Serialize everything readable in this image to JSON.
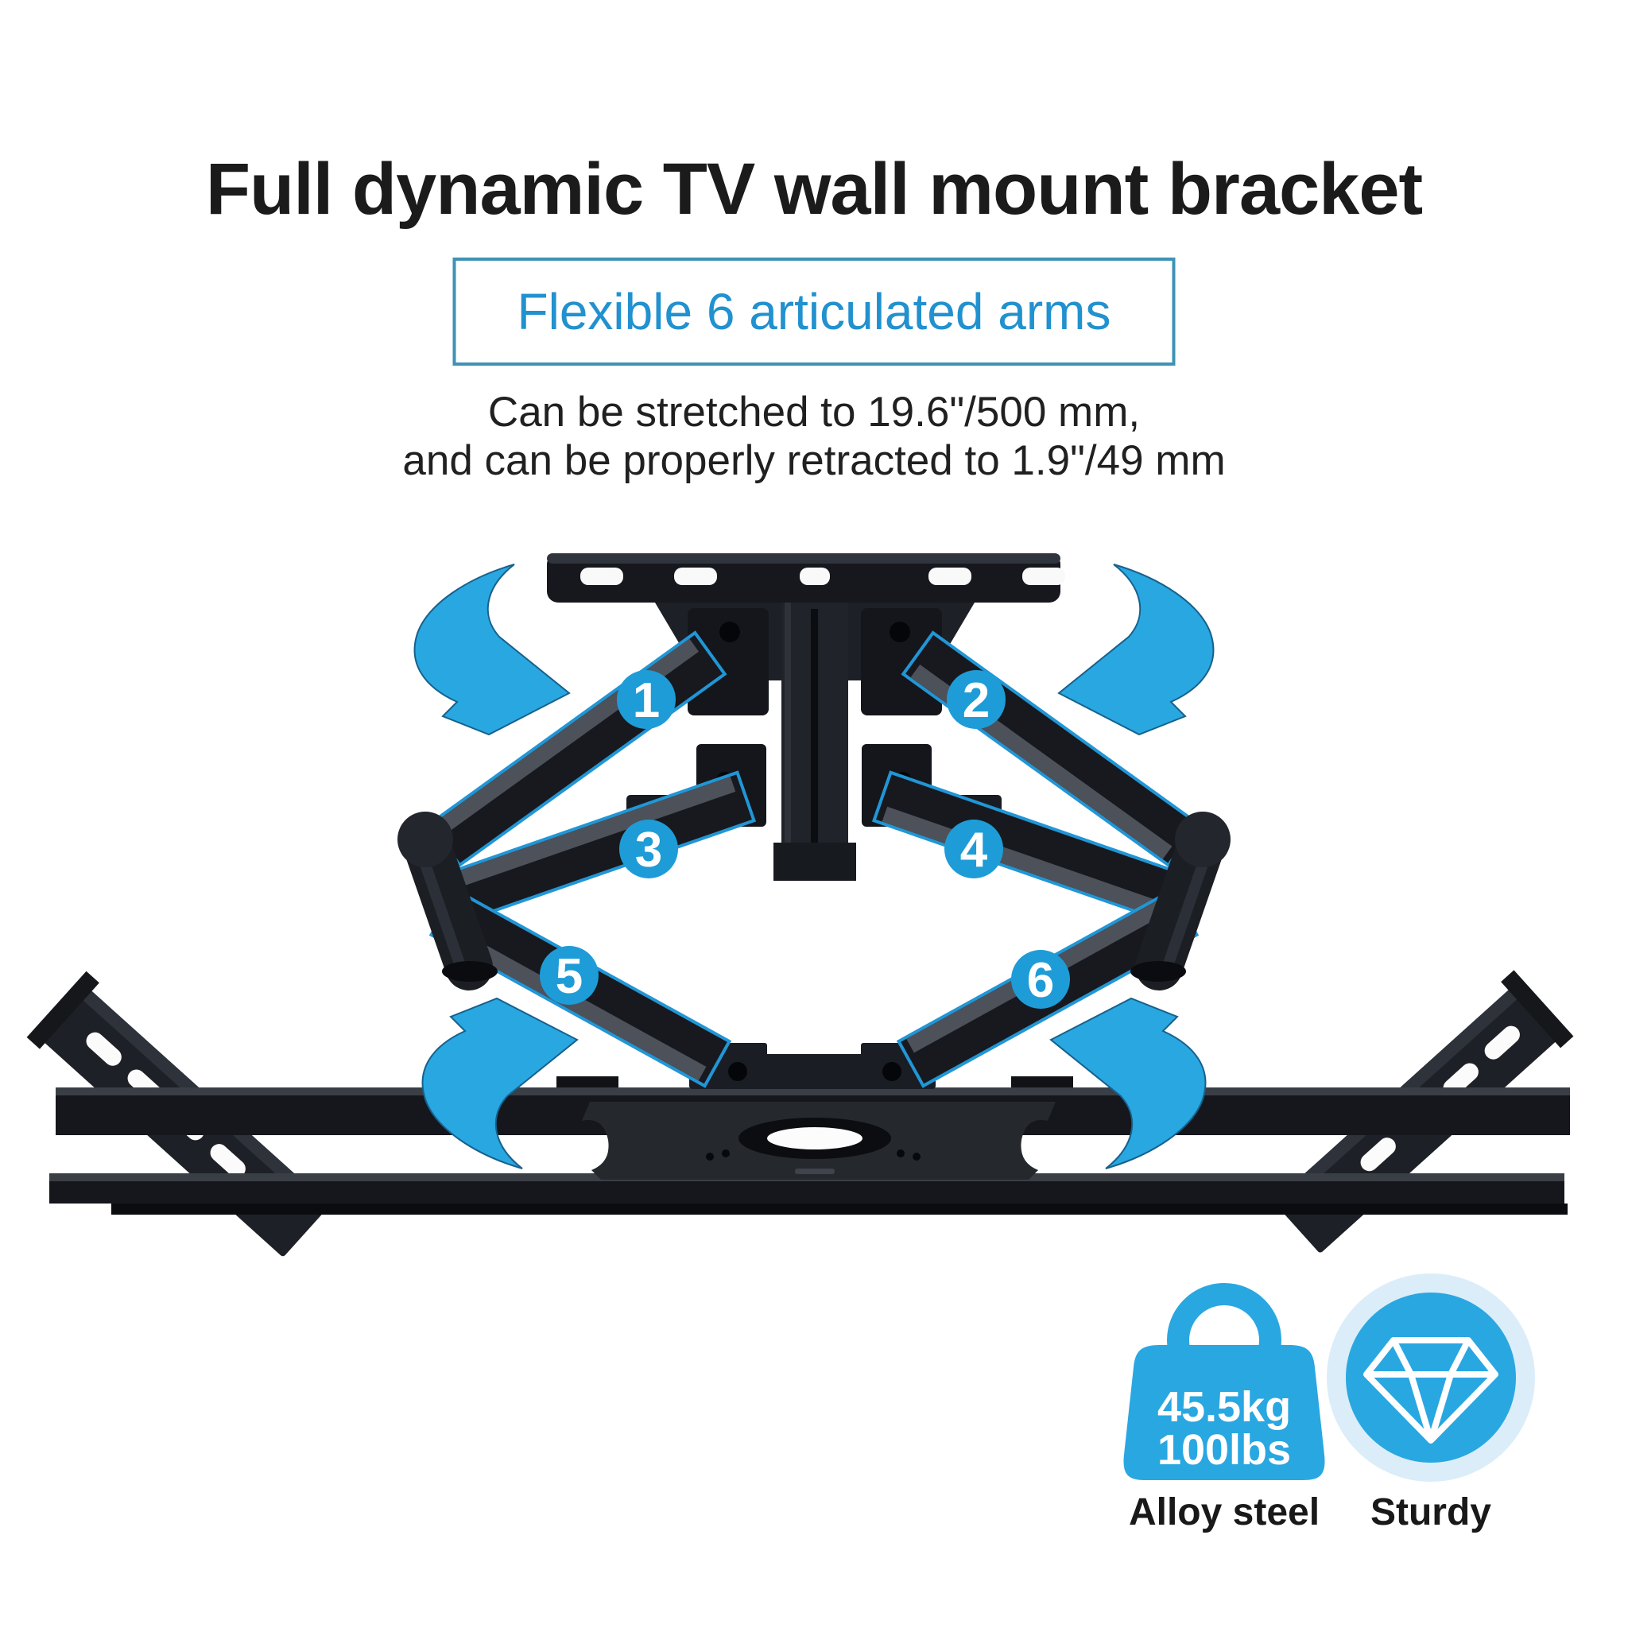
{
  "title": "Full dynamic TV wall mount bracket",
  "feature_box": {
    "label": "Flexible 6 articulated arms",
    "border_color": "#3e93b5",
    "text_color": "#2191cf"
  },
  "subtitle": {
    "line1": "Can be stretched to 19.6\"/500 mm,",
    "line2": "and can be properly retracted to 1.9\"/49 mm"
  },
  "diagram": {
    "accent_color": "#29a7e1",
    "badge_color": "#1e9cd7",
    "metal_color": "#17191e",
    "arm_numbers": [
      "1",
      "2",
      "3",
      "4",
      "5",
      "6"
    ],
    "icons": [
      "rotation-arrow-icon",
      "rotation-arrow-icon",
      "rotation-arrow-icon",
      "rotation-arrow-icon"
    ]
  },
  "features": {
    "weight_capacity": {
      "kg": "45.5kg",
      "lbs": "100lbs",
      "label": "Alloy steel",
      "icon": "weight-bag-icon"
    },
    "sturdy": {
      "label": "Sturdy",
      "icon": "diamond-icon"
    }
  }
}
